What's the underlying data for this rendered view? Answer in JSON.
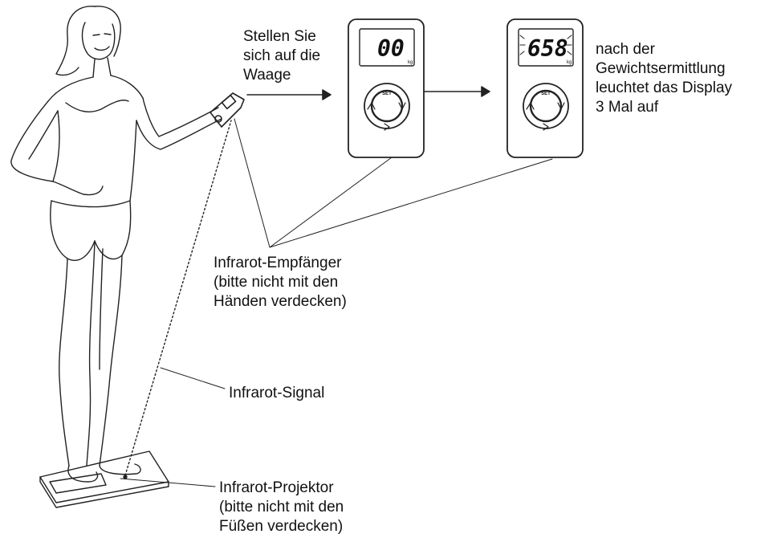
{
  "instruction": [
    "Stellen Sie",
    "sich auf die",
    "Waage"
  ],
  "after_weighing": [
    "nach der",
    "Gewichtsermittlung",
    "leuchtet das Display",
    "3 Mal auf"
  ],
  "receiver_label": [
    "Infrarot-Empfänger",
    "(bitte nicht mit den",
    "Händen verdecken)"
  ],
  "signal_label": "Infrarot-Signal",
  "projector_label": [
    "Infrarot-Projektor",
    "(bitte nicht mit den",
    "Füßen verdecken)"
  ],
  "display_start": {
    "value": "00",
    "unit": "kg",
    "button": "SET"
  },
  "display_result": {
    "value": "658",
    "unit": "kg",
    "button": "SET"
  }
}
